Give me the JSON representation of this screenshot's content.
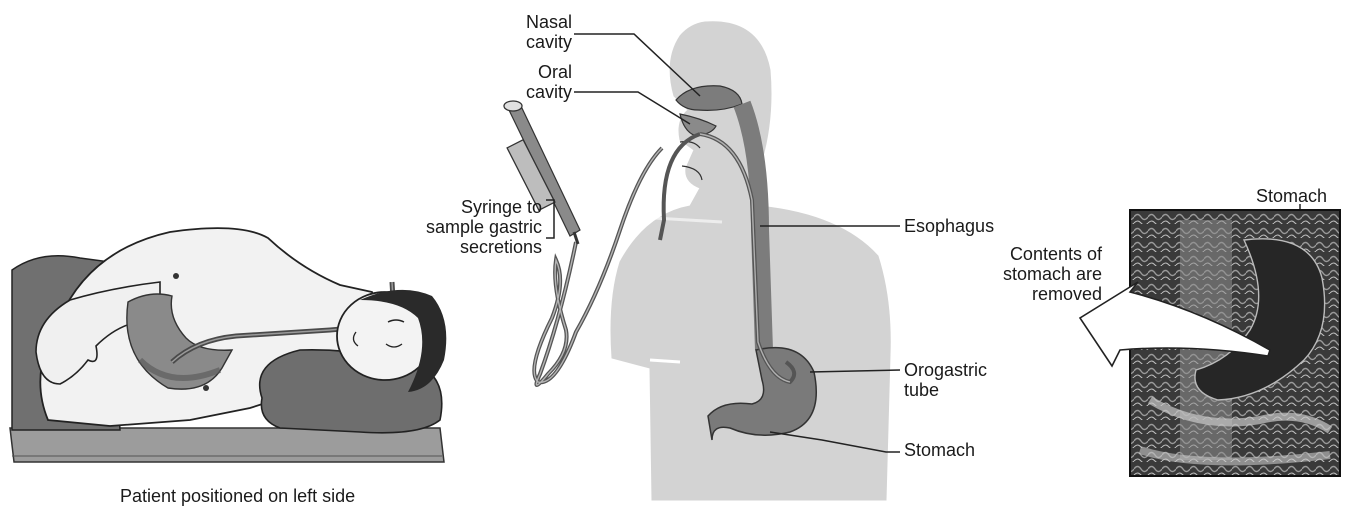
{
  "captions": {
    "patient": "Patient positioned on left side"
  },
  "labels": {
    "nasal_cavity": "Nasal\ncavity",
    "oral_cavity": "Oral\ncavity",
    "syringe": "Syringe to\nsample gastric\nsecretions",
    "esophagus": "Esophagus",
    "orogastric_tube": "Orogastric\ntube",
    "stomach": "Stomach",
    "contents_removed": "Contents of\nstomach are\nremoved",
    "stomach_inset": "Stomach"
  },
  "colors": {
    "silhouette": "#d0d0d0",
    "organ": "#7a7a7a",
    "tube": "#555555",
    "pillow": "#6c6c6c",
    "inset_bg": "#4a4a4a"
  }
}
